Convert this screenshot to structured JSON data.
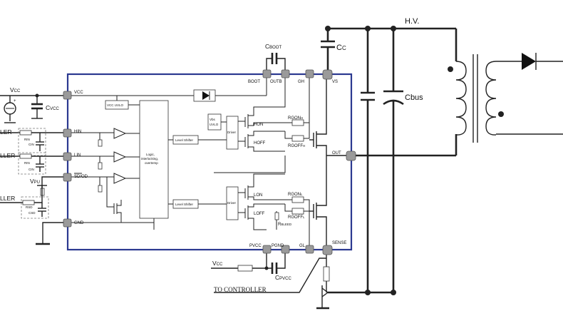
{
  "colors": {
    "ic_border": "#2b3990",
    "pin": "#9a9a9a",
    "wire": "#222222"
  },
  "labels": {
    "hv": "H.V.",
    "cc": "C",
    "cc_sub": "C",
    "cboot": "C",
    "cboot_sub": "BOOT",
    "cbus": "Cbus",
    "vcc_left": "V",
    "vcc_left_sub": "CC",
    "cvcc": "C",
    "cvcc_sub": "VCC",
    "vpu": "V",
    "vpu_sub": "PU",
    "vcc_bottom": "V",
    "vcc_bottom_sub": "CC",
    "cpvcc": "C",
    "cpvcc_sub": "PVCC",
    "rbleed": "R",
    "rbleed_sub": "BLEED",
    "to_controller": "TO CONTROLLER",
    "ctrl1": "LER",
    "ctrl2": "LLER",
    "ctrl3": "LLER",
    "rin1": "R",
    "rin1_sub": "IN",
    "cin1": "C",
    "cin1_sub": "IN",
    "rin2": "R",
    "rin2_sub": "IN",
    "cin2": "C",
    "cin2_sub": "IN",
    "rsd": "R",
    "rsd_sub": "SD",
    "csd": "C",
    "csd_sub": "SD"
  },
  "pins": {
    "vcc": "VCC",
    "hin": "HIN",
    "lin": "LIN",
    "sd_od": "SD/OD",
    "gnd": "GND",
    "boot": "BOOT",
    "outb": "OUTB",
    "gh": "GH",
    "vs": "VS",
    "out": "OUT",
    "pvcc": "PVCC",
    "pgnd": "PGND",
    "gl": "GL",
    "sense": "SENSE"
  },
  "blocks": {
    "vcc_uvlo": "VCC UVLO",
    "logic_1": "Logic,",
    "logic_2": "interlocking,",
    "logic_3": "overtemp",
    "level_shifter_high": "Level Shifter",
    "level_shifter_low": "Level Shifter",
    "vbs_uvlo_1": "Vbs",
    "vbs_uvlo_2": "UVLO",
    "driver_high": "Driver",
    "driver_low": "Driver"
  },
  "switches": {
    "hon": "HON",
    "hoff": "HOFF",
    "lon": "LON",
    "loff": "LOFF"
  },
  "resistors": {
    "rgon_h": "RGON",
    "rgon_h_sub": "H",
    "rgoff_h": "RGOFF",
    "rgoff_h_sub": "H",
    "rgon_l": "RGON",
    "rgon_l_sub": "L",
    "rgoff_l": "RGOFF",
    "rgoff_l_sub": "L"
  }
}
